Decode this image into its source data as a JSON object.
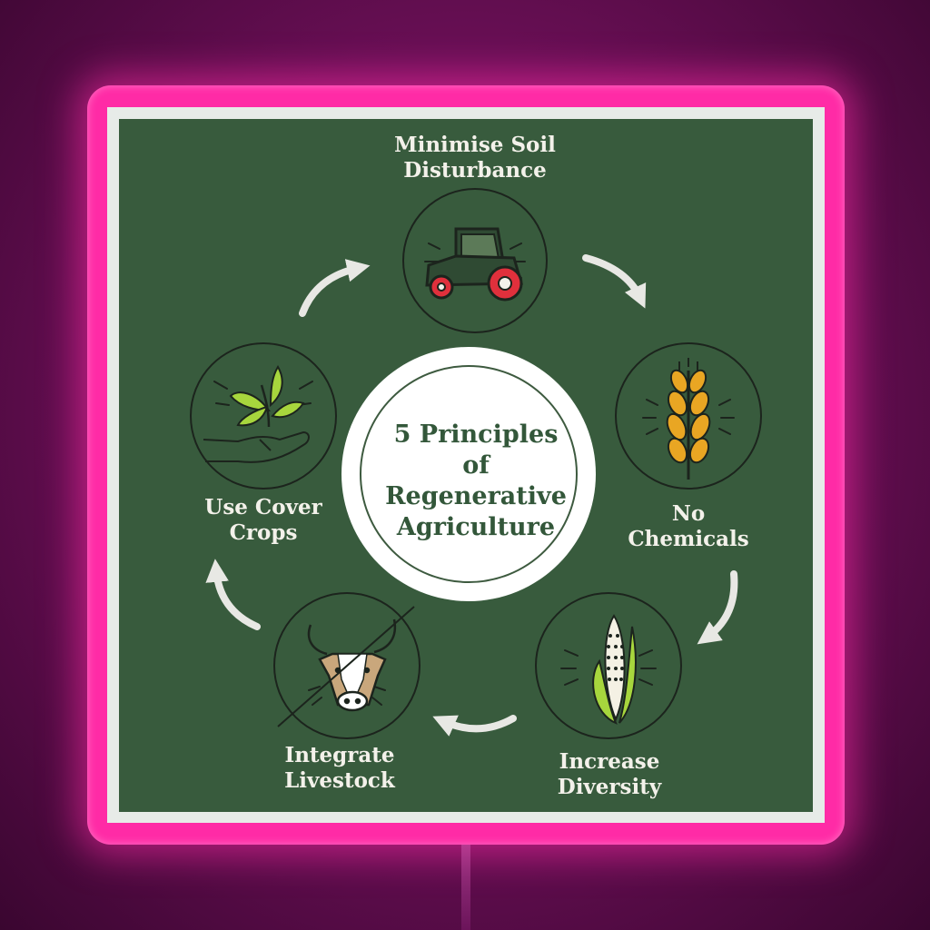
{
  "title": {
    "line1": "5 Principles",
    "line2": "of",
    "line3": "Regenerative",
    "line4": "Agriculture"
  },
  "principles": [
    {
      "line1": "Minimise Soil",
      "line2": "Disturbance",
      "icon": "tractor-icon"
    },
    {
      "line1": "No",
      "line2": "Chemicals",
      "icon": "wheat-icon"
    },
    {
      "line1": "Increase",
      "line2": "Diversity",
      "icon": "corn-icon"
    },
    {
      "line1": "Integrate",
      "line2": "Livestock",
      "icon": "cow-icon"
    },
    {
      "line1": "Use Cover",
      "line2": "Crops",
      "icon": "seedling-hand-icon"
    }
  ],
  "colors": {
    "board": "#385b3d",
    "frame": "#ff2ba6",
    "text": "#f3f1ea",
    "wheat": "#e9a623",
    "leaf": "#a7d63d",
    "tractor_wheel": "#e0303c"
  }
}
